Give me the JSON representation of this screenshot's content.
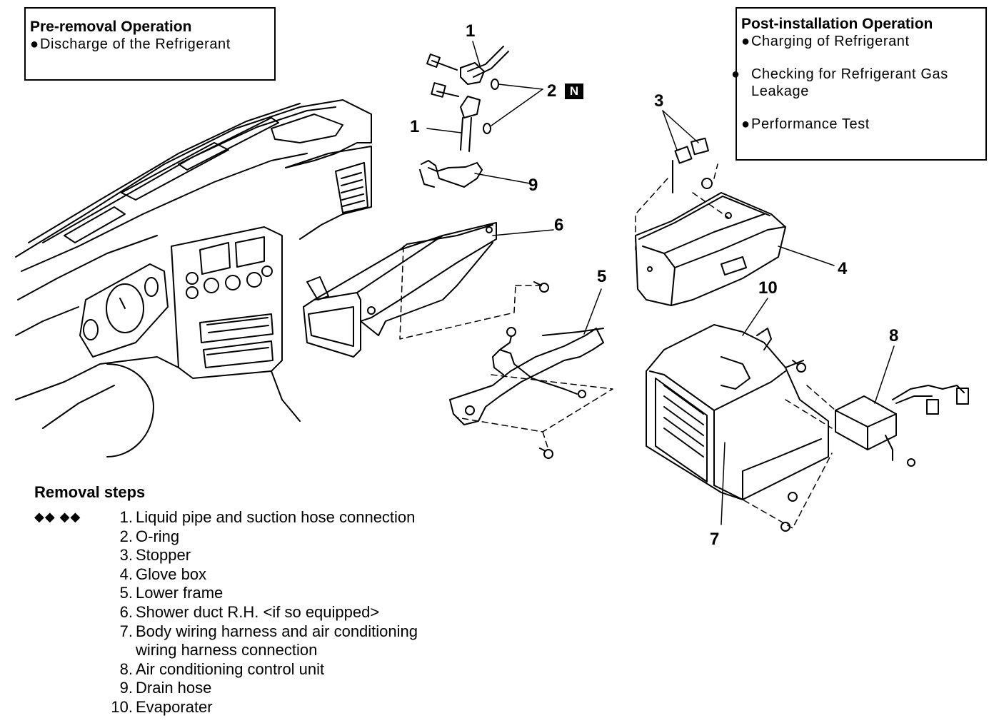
{
  "pre_removal": {
    "title": "Pre-removal Operation",
    "items": [
      "Discharge of the Refrigerant"
    ]
  },
  "post_installation": {
    "title": "Post-installation Operation",
    "items": [
      "Charging of Refrigerant",
      "Checking for Refrigerant Gas Leakage",
      "Performance Test"
    ]
  },
  "callouts": {
    "c1_top": "1",
    "c1_mid": "1",
    "c2": "2",
    "badge": "N",
    "c3": "3",
    "c4": "4",
    "c5": "5",
    "c6": "6",
    "c7": "7",
    "c8": "8",
    "c9": "9",
    "c10": "10"
  },
  "bullet": "●",
  "removal": {
    "title": "Removal steps",
    "icons": "◆◆ ◆◆",
    "steps": [
      {
        "num": "1.",
        "text": "Liquid pipe and suction hose connection"
      },
      {
        "num": "2.",
        "text": "O-ring"
      },
      {
        "num": "3.",
        "text": "Stopper"
      },
      {
        "num": "4.",
        "text": "Glove box"
      },
      {
        "num": "5.",
        "text": "Lower frame"
      },
      {
        "num": "6.",
        "text": "Shower duct R.H. <if so equipped>"
      },
      {
        "num": "7.",
        "text": "Body wiring harness and air conditioning\nwiring harness connection"
      },
      {
        "num": "8.",
        "text": "Air conditioning control unit"
      },
      {
        "num": "9.",
        "text": "Drain hose"
      },
      {
        "num": "10.",
        "text": "Evaporater"
      }
    ]
  }
}
